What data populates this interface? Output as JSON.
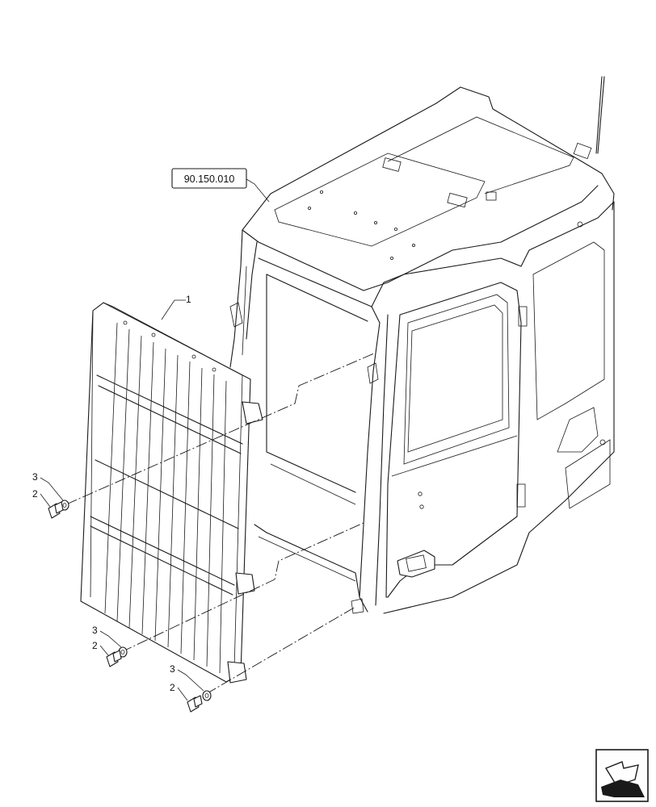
{
  "reference": {
    "label": "90.150.010"
  },
  "callouts": {
    "grille": "1",
    "bolt_left": "2",
    "washer_left": "3",
    "bolt_mid": "2",
    "washer_mid": "3",
    "bolt_bottom": "2",
    "washer_bottom": "3"
  },
  "icons": {
    "nav": "arrow-icon"
  }
}
